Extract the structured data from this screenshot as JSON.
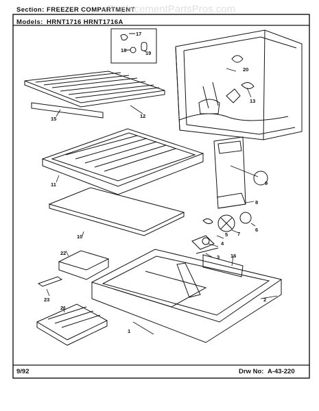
{
  "header": {
    "section_label": "Section:",
    "section_value": "FREEZER COMPARTMENT",
    "models_label": "Models:",
    "models_value": "HRNT1716 HRNT1716A"
  },
  "watermark": "eReplacementPartsPros.com",
  "footer": {
    "date": "9/92",
    "drw_label": "Drw No:",
    "drw_value": "A-43-220"
  },
  "callouts": [
    "1",
    "2",
    "3",
    "4",
    "5",
    "6",
    "7",
    "8",
    "9",
    "10",
    "11",
    "12",
    "13",
    "15",
    "16",
    "17",
    "18",
    "19",
    "20",
    "21",
    "22",
    "23"
  ],
  "colors": {
    "ink": "#111111",
    "paper": "#ffffff",
    "watermark": "#c8c8c8"
  }
}
